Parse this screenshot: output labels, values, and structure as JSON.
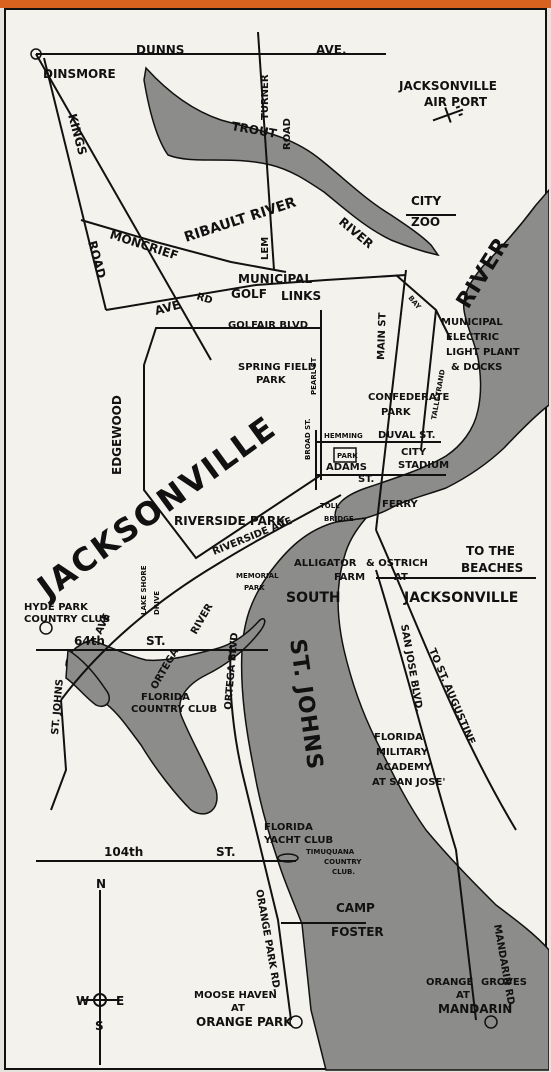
{
  "colors": {
    "water": "#8c8c8a",
    "land": "#f4f2ec",
    "ink": "#111111",
    "topbar": "#d9621e"
  },
  "labels": {
    "dunns": "DUNNS",
    "ave_top": "AVE.",
    "dinsmore": "DINSMORE",
    "airport1": "JACKSONVILLE",
    "airport2": "AIR PORT",
    "trout": "TROUT",
    "turner": "TURNER",
    "road": "ROAD",
    "kings": "KINGS",
    "kings_road": "ROAD",
    "river_small": "RIVER",
    "city": "CITY",
    "zoo": "ZOO",
    "moncrief": "MONCRIEF",
    "ribault": "RIBAULT RIVER",
    "lem": "LEM",
    "river_big": "RIVER",
    "ave": "AVE",
    "rd": "RD",
    "municipal_golf1": "MUNICIPAL",
    "municipal_golf2": "GOLF",
    "links": "LINKS",
    "golfair": "GOLFAIR BLVD",
    "main_st": "MAIN ST",
    "bay": "BAY",
    "electric1": "MUNICIPAL",
    "electric2": "ELECTRIC",
    "electric3": "LIGHT PLANT",
    "electric4": "& DOCKS",
    "springfield1": "SPRING FIELD",
    "springfield2": "PARK",
    "pearl": "PEARL ST",
    "confederate1": "CONFEDERATE",
    "confederate2": "PARK",
    "talleyrand": "TALLEYRAND",
    "edgewood": "EDGEWOOD",
    "jacksonville": "JACKSONVILLE",
    "hemming": "HEMMING",
    "park": "PARK",
    "duval": "DUVAL ST.",
    "broad": "BROAD ST.",
    "adams": "ADAMS",
    "adams_st": "ST.",
    "city_stadium1": "CITY",
    "city_stadium2": "STADIUM",
    "riverside_park": "RIVERSIDE PARK",
    "riverside_ave": "RIVERSIDE AVE",
    "toll": "TOLL",
    "bridge": "BRIDGE",
    "ferry": "FERRY",
    "memorial1": "MEMORIAL",
    "memorial2": "PARK",
    "alligator1": "ALLIGATOR",
    "alligator2": "& OSTRICH",
    "alligator3": "FARM",
    "alligator4": "AT",
    "beaches1": "TO THE",
    "beaches2": "BEACHES",
    "south": "SOUTH",
    "south_jax": "JACKSONVILLE",
    "hyde1": "HYDE PARK",
    "hyde2": "COUNTRY CLUB",
    "ave_hyde": "AVE",
    "lake_shore1": "LAKE SHORE",
    "lake_shore2": "DRIVE",
    "st_64_num": "64th",
    "st_64": "ST.",
    "river_ortega": "RIVER",
    "san_jose_blvd": "SAN JOSE BLVD.",
    "to_st_aug": "TO ST. AUGUSTINE",
    "ortega": "ORTEGA",
    "ortega_blvd": "ORTEGA BLVD",
    "st_johns": "ST. JOHNS",
    "st_johns_ave": "ST. JOHNS",
    "florida_cc1": "FLORIDA",
    "florida_cc2": "COUNTRY CLUB",
    "fma1": "FLORIDA",
    "fma2": "MILITARY",
    "fma3": "ACADEMY",
    "fma4": "AT SAN JOSE'",
    "yacht1": "FLORIDA",
    "yacht2": "YACHT CLUB",
    "timuquana1": "TIMUQUANA",
    "timuquana2": "COUNTRY",
    "timuquana3": "CLUB.",
    "st_104_num": "104th",
    "st_104": "ST.",
    "orange_park_rd": "ORANGE PARK RD.",
    "camp1": "CAMP",
    "camp2": "FOSTER",
    "mandarin_rd": "MANDARIN RD.",
    "orange1": "ORANGE",
    "orange2": "GROVES",
    "orange3": "AT",
    "orange4": "MANDARIN",
    "moose1": "MOOSE HAVEN",
    "moose2": "AT",
    "moose3": "ORANGE PARK",
    "compass_n": "N",
    "compass_w": "W",
    "compass_e": "E",
    "compass_s": "S"
  }
}
